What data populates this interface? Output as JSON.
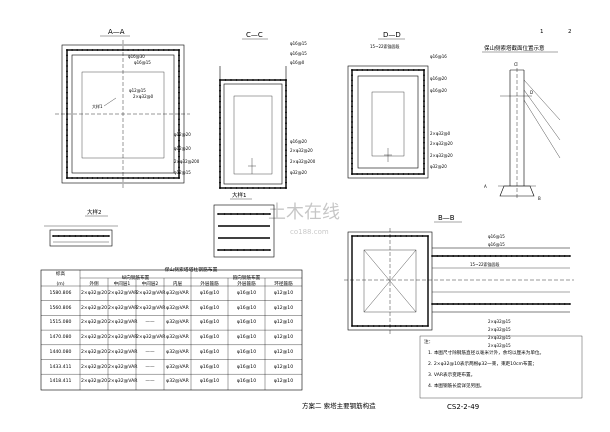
{
  "sheet_numbers": [
    "1",
    "2"
  ],
  "sections": {
    "aa": "A—A",
    "cc": "C—C",
    "dd": "D—D",
    "bb": "B—B"
  },
  "details": {
    "dayang_a": "大样1",
    "dayang2": "大样2",
    "dayang1": "大样1"
  },
  "position_title": "保山侧索塔截面位置示意",
  "position_labels": [
    "C",
    "D",
    "A",
    "B"
  ],
  "rebar_callouts": {
    "aa": [
      "φ16@30",
      "φ16@15",
      "φ12@15",
      "2×φ32@0",
      "φ12@20",
      "φ12@20",
      "2×φ32@200",
      "φ12@15"
    ],
    "cc": [
      "φ16@15",
      "φ16@15",
      "φ16@0",
      "φ16@20",
      "2×φ32@20",
      "2×φ32@200",
      "φ32@20"
    ],
    "dd": [
      "15~22索锚固段",
      "φ16@16",
      "φ16@20",
      "φ16@20",
      "2×φ32@0",
      "2×φ32@20",
      "2×φ32@20",
      "φ32@20"
    ],
    "bb": [
      "φ16@15",
      "φ16@15",
      "15~22索锚固段",
      "2×φ32@15",
      "2×φ32@15",
      "2×φ32@15",
      "2×φ32@15"
    ]
  },
  "table": {
    "title": "保山侧索塔塔柱钢筋布置",
    "group_main": "纵向钢筋布置",
    "group_hoop": "箍向钢筋布置",
    "col_elev": "标高",
    "col_unit": "(m)",
    "col_main": [
      "外侧",
      "中间层1",
      "中间层2",
      "内层"
    ],
    "col_hoop": [
      "外层箍筋",
      "外层箍筋",
      "环径箍筋"
    ],
    "rows": [
      {
        "elev": "1580.806",
        "v": [
          "2×φ32@20",
          "2×φ32@VAR",
          "2×φ32@VAR",
          "φ32@VAR",
          "φ16@10",
          "φ16@10",
          "φ12@10"
        ]
      },
      {
        "elev": "1560.806",
        "v": [
          "2×φ32@20",
          "2×φ32@VAR",
          "2×φ32@VAR",
          "φ32@VAR",
          "φ16@10",
          "φ16@10",
          "φ12@10"
        ]
      },
      {
        "elev": "1515.080",
        "v": [
          "2×φ32@20",
          "2×φ32@VAR",
          "——",
          "φ32@VAR",
          "φ16@10",
          "φ16@10",
          "φ12@10"
        ]
      },
      {
        "elev": "1470.080",
        "v": [
          "2×φ32@20",
          "2×φ32@VAR",
          "2×φ32@VAR",
          "φ32@VAR",
          "φ16@10",
          "φ16@10",
          "φ12@10"
        ]
      },
      {
        "elev": "1440.080",
        "v": [
          "2×φ32@20",
          "2×φ32@VAR",
          "——",
          "φ32@VAR",
          "φ16@10",
          "φ16@10",
          "φ12@10"
        ]
      },
      {
        "elev": "1433.411",
        "v": [
          "2×φ32@20",
          "2×φ32@VAR",
          "——",
          "φ32@VAR",
          "φ16@10",
          "φ16@10",
          "φ12@10"
        ]
      },
      {
        "elev": "1418.411",
        "v": [
          "2×φ32@20",
          "2×φ32@VAR",
          "——",
          "φ32@VAR",
          "φ16@10",
          "φ16@10",
          "φ12@10"
        ]
      }
    ]
  },
  "notes": {
    "title": "注：",
    "lines": [
      "1. 本图尺寸除钢筋直径以毫米计外，余均以厘米为单位。",
      "2. 2×φ32@10表示两根φ32一束，束距10cm布置；",
      "3. VAR表示变距布置。",
      "4. 本图钢筋长度详见另图。"
    ]
  },
  "drawing_title": "方案二  索塔主要钢筋构造",
  "drawing_number": "CS2-2-49",
  "watermark": {
    "cn": "土木在线",
    "en": "co188.com"
  }
}
